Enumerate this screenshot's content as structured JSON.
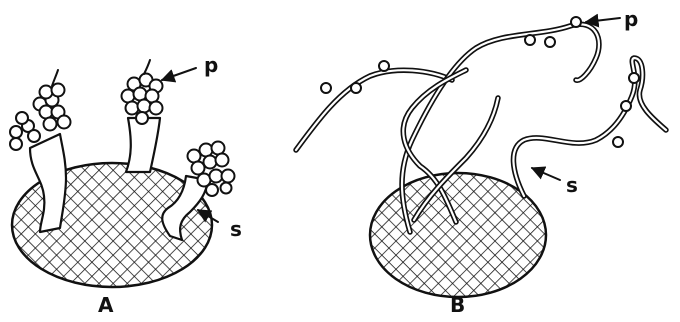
{
  "panels": {
    "a": {
      "label": "A",
      "p_label": "p",
      "s_label": "s"
    },
    "b": {
      "label": "B",
      "p_label": "p",
      "s_label": "s"
    }
  },
  "colors": {
    "ink": "#111111",
    "paper": "#ffffff"
  }
}
